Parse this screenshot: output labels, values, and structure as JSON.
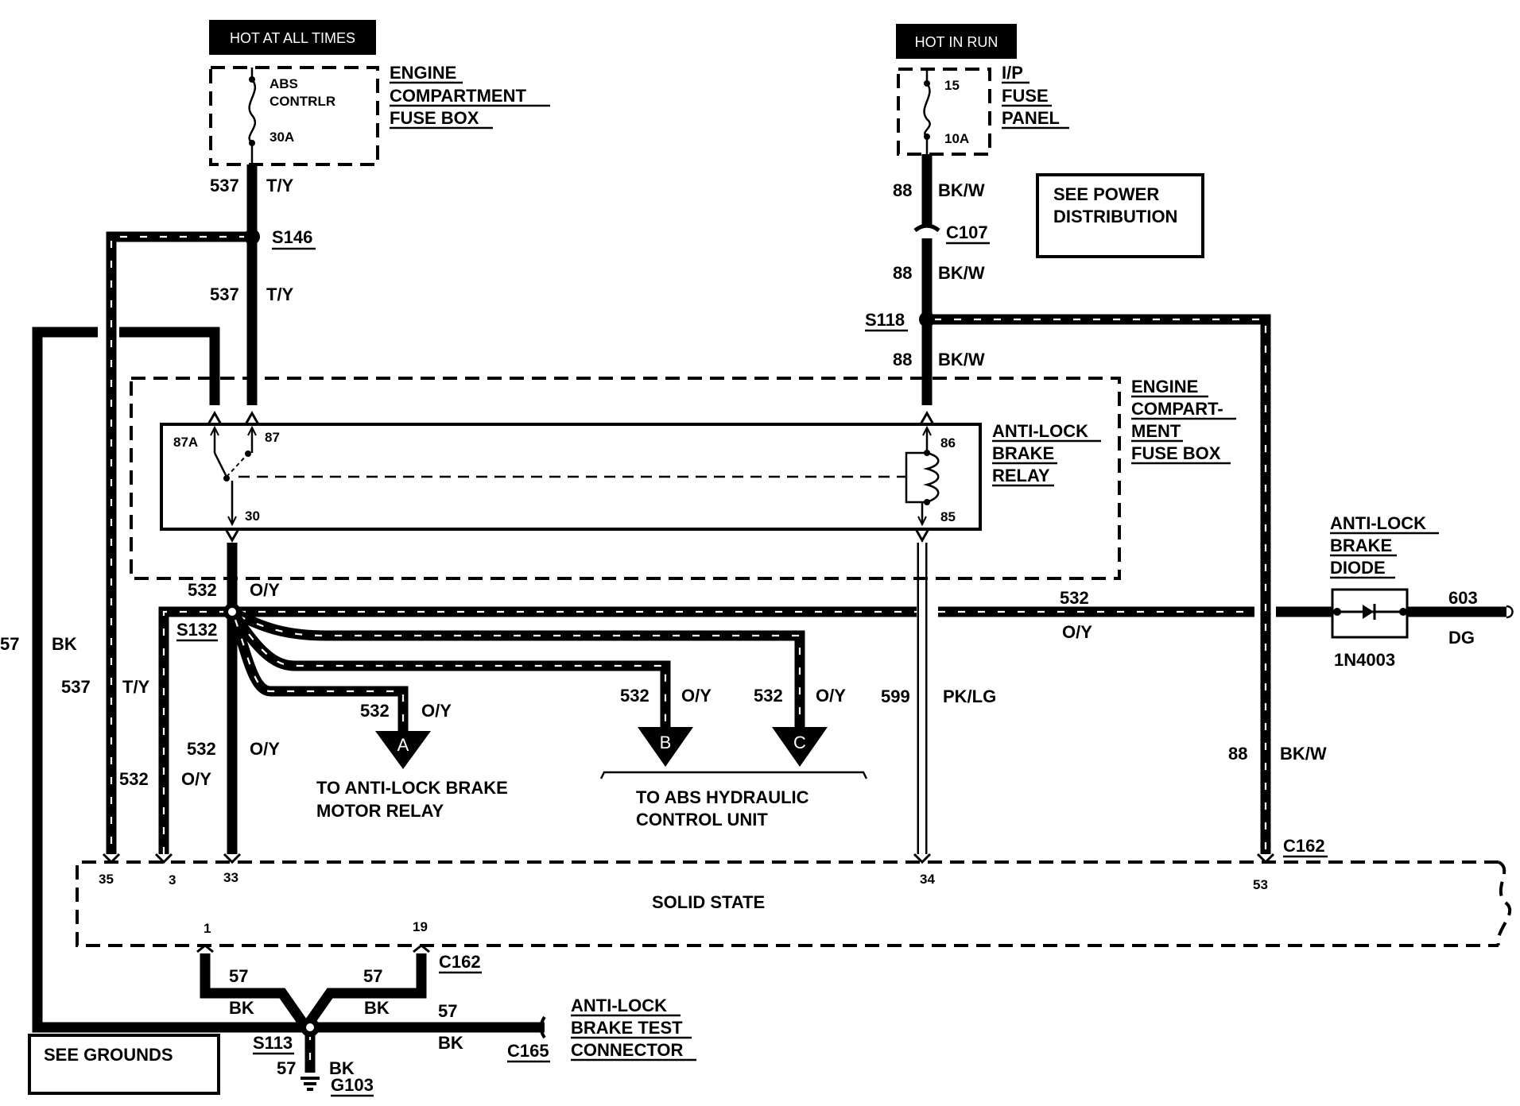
{
  "sources": {
    "hot_at_all_times": "HOT AT ALL TIMES",
    "hot_in_run": "HOT IN RUN"
  },
  "fuses": {
    "abs_line1": "ABS",
    "abs_line2": "CONTRLR",
    "abs_rating": "30A",
    "ip_number": "15",
    "ip_rating": "10A"
  },
  "boxes": {
    "engine_fuse_box_1": "ENGINE",
    "engine_fuse_box_2": "COMPARTMENT",
    "engine_fuse_box_3": "FUSE BOX",
    "ip_panel_1": "I/P",
    "ip_panel_2": "FUSE",
    "ip_panel_3": "PANEL",
    "see_power_1": "SEE POWER",
    "see_power_2": "DISTRIBUTION",
    "engine_compart_1": "ENGINE",
    "engine_compart_2": "COMPART-",
    "engine_compart_3": "MENT",
    "engine_compart_4": "FUSE BOX",
    "relay_1": "ANTI-LOCK",
    "relay_2": "BRAKE",
    "relay_3": "RELAY",
    "diode_1": "ANTI-LOCK",
    "diode_2": "BRAKE",
    "diode_3": "DIODE",
    "diode_part": "1N4003",
    "solid_state": "SOLID STATE",
    "see_grounds": "SEE GROUNDS",
    "test_conn_1": "ANTI-LOCK",
    "test_conn_2": "BRAKE TEST",
    "test_conn_3": "CONNECTOR"
  },
  "relay_pins": {
    "p87a": "87A",
    "p87": "87",
    "p30": "30",
    "p86": "86",
    "p85": "85"
  },
  "wires": {
    "c537": "537",
    "ty": "T/Y",
    "c88": "88",
    "bkw": "BK/W",
    "c532": "532",
    "oy": "O/Y",
    "c599": "599",
    "pklg": "PK/LG",
    "c603": "603",
    "dg": "DG",
    "c57": "57",
    "bk": "BK"
  },
  "splices": {
    "s146": "S146",
    "s118": "S118",
    "s132": "S132",
    "s113": "S113",
    "c107": "C107",
    "c162": "C162",
    "c165": "C165",
    "g103": "G103"
  },
  "connector_pins": {
    "p35": "35",
    "p3": "3",
    "p33": "33",
    "p34": "34",
    "p53": "53",
    "p1": "1",
    "p19": "19"
  },
  "arrows": {
    "a": "A",
    "b": "B",
    "c": "C",
    "to_motor_relay_1": "TO ANTI-LOCK BRAKE",
    "to_motor_relay_2": "MOTOR RELAY",
    "to_hcu_1": "TO ABS HYDRAULIC",
    "to_hcu_2": "CONTROL UNIT"
  }
}
